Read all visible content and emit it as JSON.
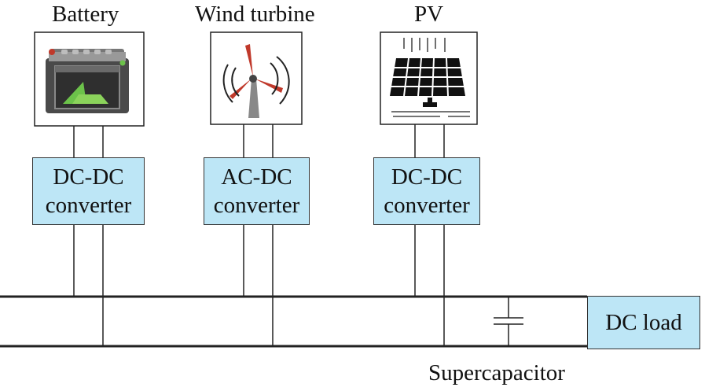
{
  "sources": {
    "battery": {
      "label": "Battery",
      "icon": "battery-icon"
    },
    "wind": {
      "label": "Wind turbine",
      "icon": "wind-turbine-icon"
    },
    "pv": {
      "label": "PV",
      "icon": "solar-panel-icon"
    }
  },
  "converters": {
    "battery": {
      "line1": "DC-DC",
      "line2": "converter"
    },
    "wind": {
      "line1": "AC-DC",
      "line2": "converter"
    },
    "pv": {
      "line1": "DC-DC",
      "line2": "converter"
    }
  },
  "load": {
    "label": "DC load"
  },
  "capacitor": {
    "label": "Supercapacitor"
  },
  "colors": {
    "converter_fill": "#bde6f6",
    "line": "#222222"
  }
}
